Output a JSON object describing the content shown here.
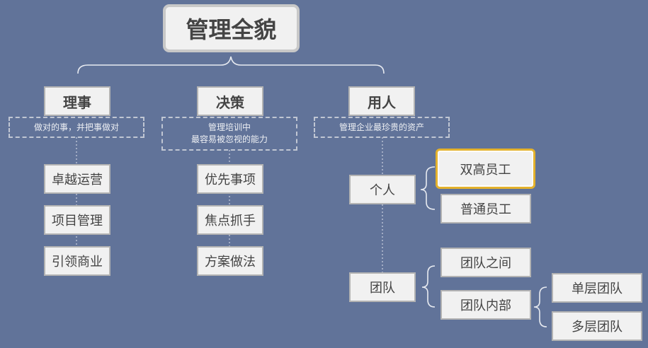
{
  "title": "管理全貌",
  "categories": [
    {
      "label": "理事",
      "note": [
        "做对的事，并把事做对"
      ],
      "items": [
        "卓越运营",
        "项目管理",
        "引领商业"
      ]
    },
    {
      "label": "决策",
      "note": [
        "管理培训中",
        "最容易被忽视的能力"
      ],
      "items": [
        "优先事项",
        "焦点抓手",
        "方案做法"
      ]
    },
    {
      "label": "用人",
      "note": [
        "管理企业最珍贵的资产"
      ]
    }
  ],
  "people": {
    "individual": {
      "label": "个人",
      "children": [
        "双高员工",
        "普通员工"
      ],
      "highlighted": "双高员工"
    },
    "team": {
      "label": "团队",
      "children": [
        "团队之间",
        "团队内部"
      ],
      "internal": [
        "单层团队",
        "多层团队"
      ]
    }
  },
  "colors": {
    "background": "#617399",
    "box_fill": "#f1f1f1",
    "highlight": "#e4b22c"
  }
}
